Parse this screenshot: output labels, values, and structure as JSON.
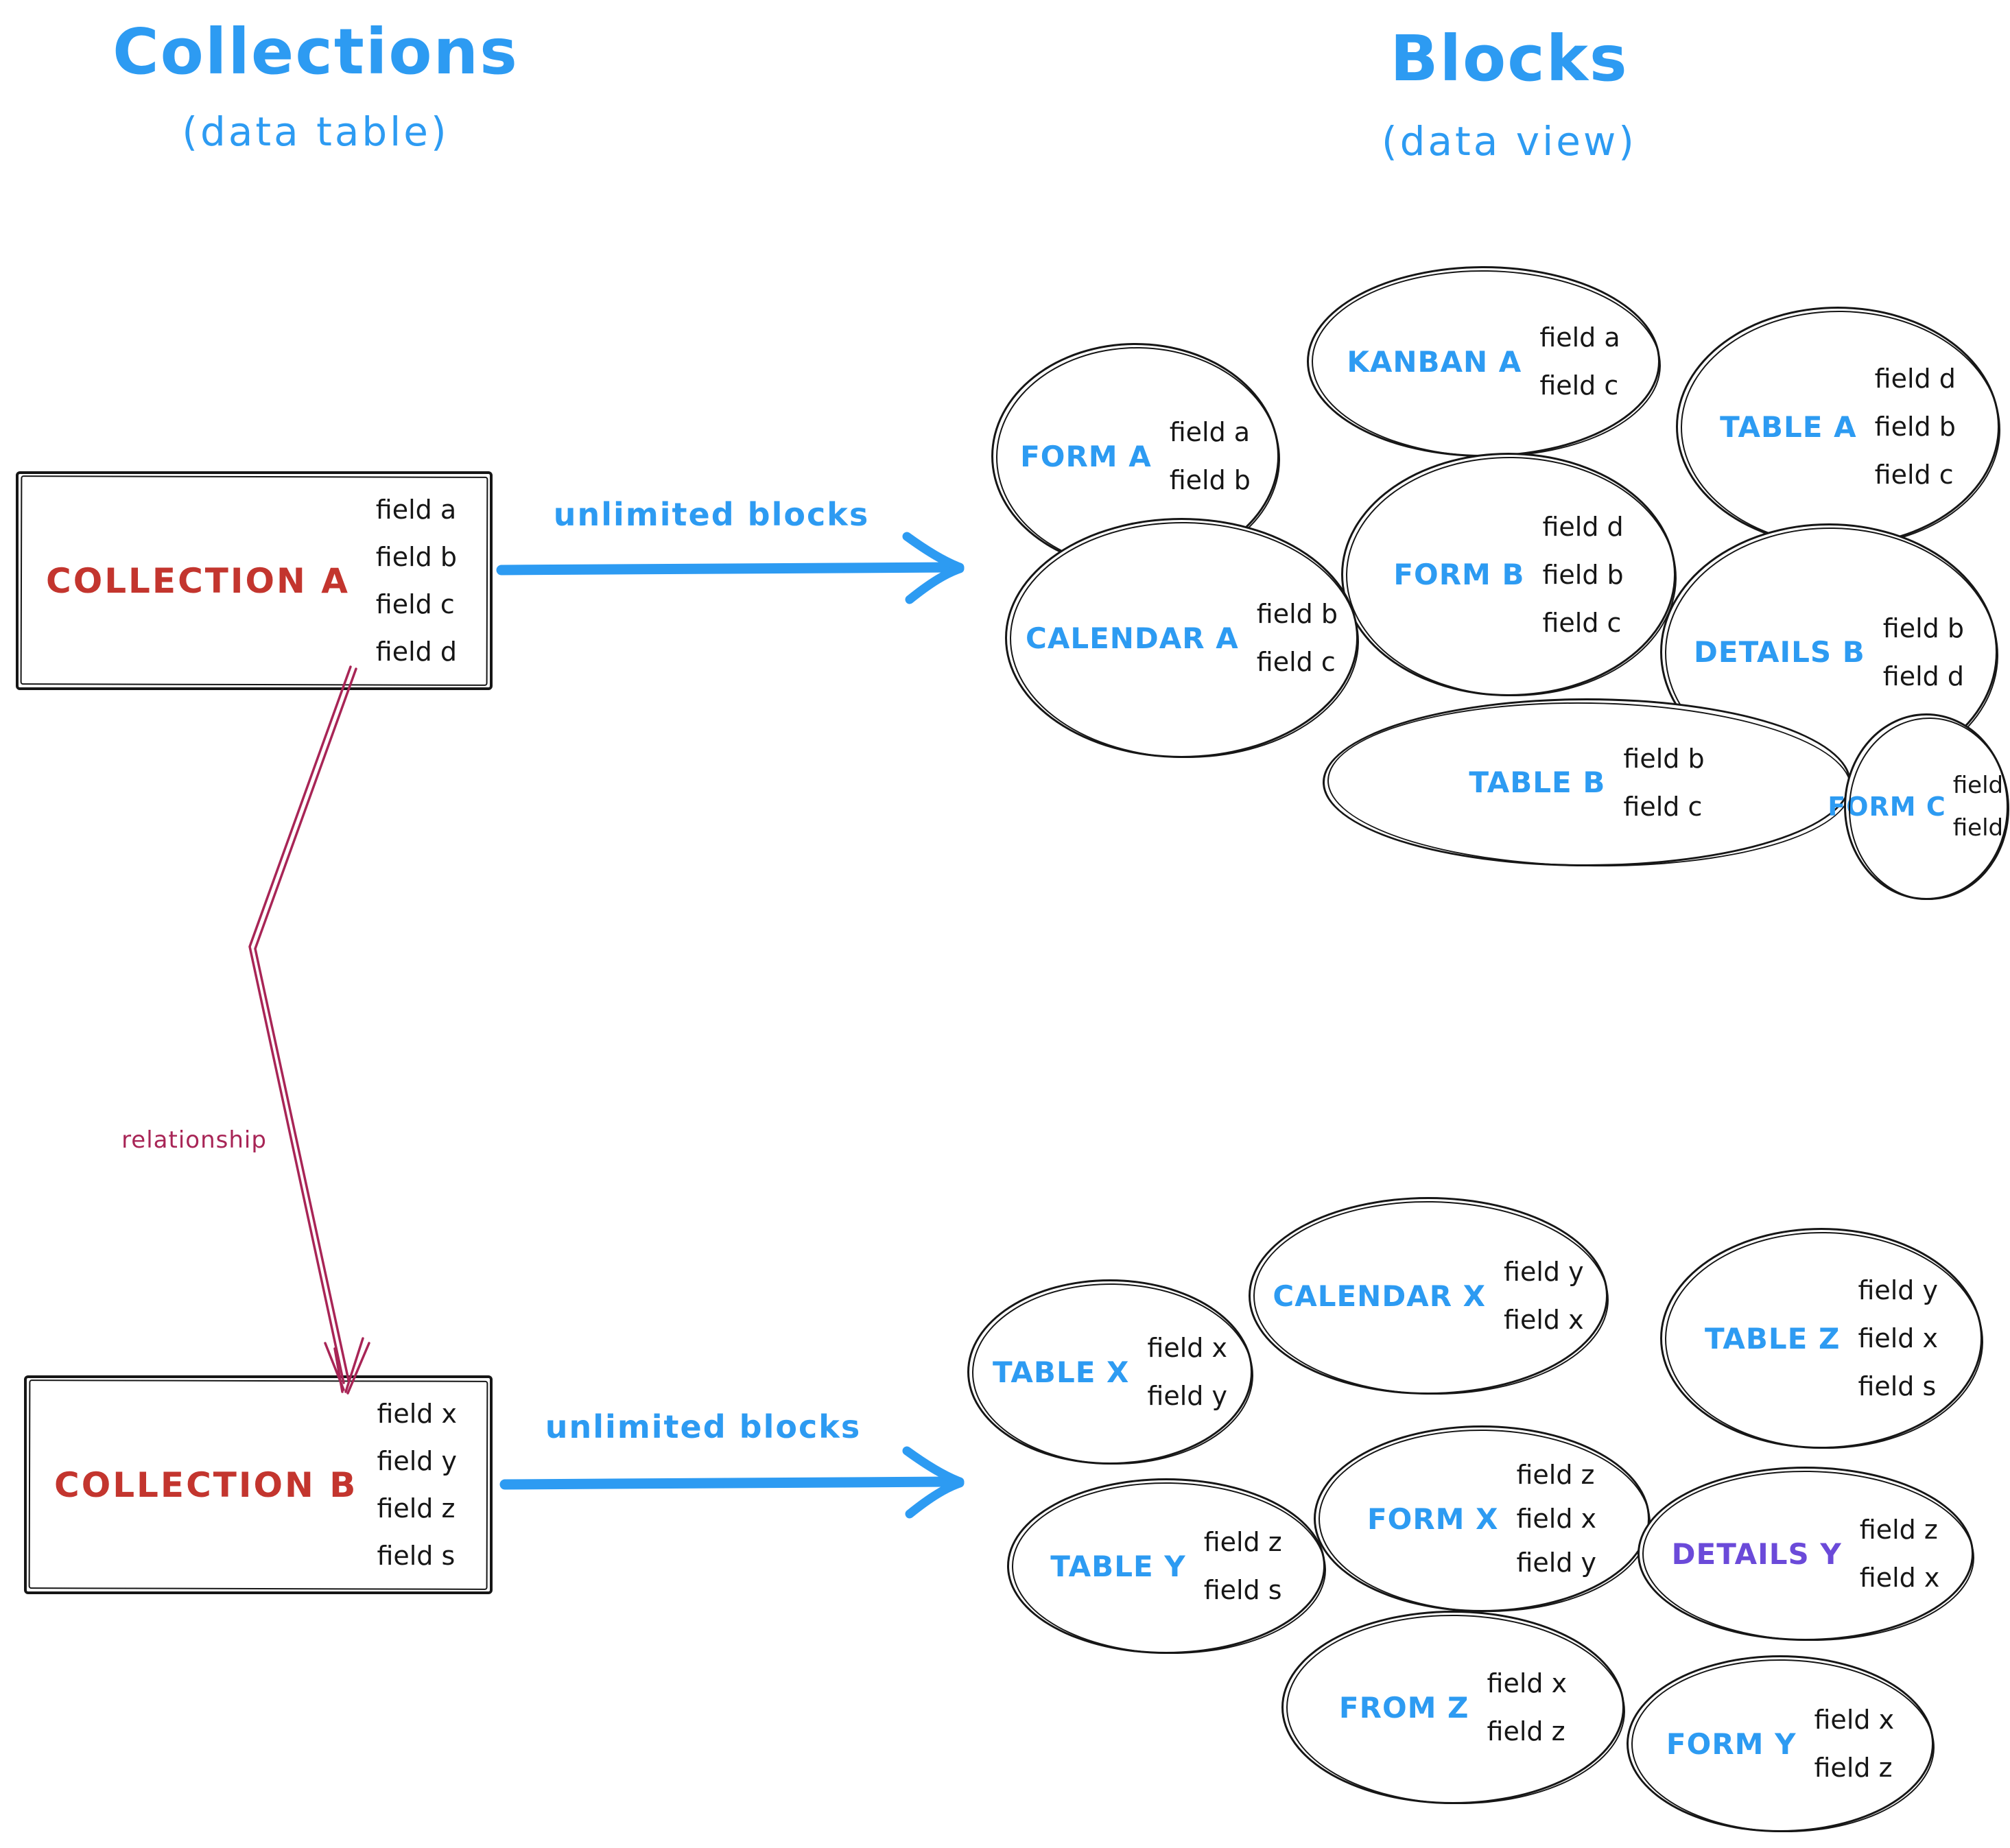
{
  "palette": {
    "blue": "#2d9bf2",
    "red": "#c3352e",
    "crimson": "#a82556",
    "purple": "#6b4ad9",
    "ink": "#161616"
  },
  "headers": {
    "collections_title": "Collections",
    "collections_subtitle": "(data table)",
    "blocks_title": "Blocks",
    "blocks_subtitle": "(data view)"
  },
  "collections": [
    {
      "label": "COLLECTION A",
      "fields": [
        "field a",
        "field b",
        "field c",
        "field d"
      ]
    },
    {
      "label": "COLLECTION B",
      "fields": [
        "field x",
        "field y",
        "field z",
        "field s"
      ]
    }
  ],
  "arrows": {
    "collection_a_label": "unlimited blocks",
    "collection_b_label": "unlimited blocks",
    "relationship_label": "relationship"
  },
  "blocks_a": [
    {
      "name": "FORM A",
      "fields": [
        "field a",
        "field b"
      ]
    },
    {
      "name": "KANBAN A",
      "fields": [
        "field a",
        "field c"
      ]
    },
    {
      "name": "TABLE A",
      "fields": [
        "field d",
        "field b",
        "field c"
      ]
    },
    {
      "name": "FORM B",
      "fields": [
        "field d",
        "field b",
        "field c"
      ]
    },
    {
      "name": "CALENDAR A",
      "fields": [
        "field b",
        "field c"
      ]
    },
    {
      "name": "DETAILS B",
      "fields": [
        "field b",
        "field d"
      ]
    },
    {
      "name": "TABLE B",
      "fields": [
        "field b",
        "field c"
      ]
    },
    {
      "name": "FORM C",
      "fields": [
        "field a",
        "field c"
      ]
    }
  ],
  "blocks_b": [
    {
      "name": "TABLE X",
      "fields": [
        "field x",
        "field y"
      ]
    },
    {
      "name": "CALENDAR X",
      "fields": [
        "field y",
        "field x"
      ]
    },
    {
      "name": "TABLE Z",
      "fields": [
        "field y",
        "field x",
        "field s"
      ]
    },
    {
      "name": "FORM X",
      "fields": [
        "field z",
        "field x",
        "field y"
      ]
    },
    {
      "name": "TABLE Y",
      "fields": [
        "field z",
        "field s"
      ]
    },
    {
      "name": "DETAILS Y",
      "fields": [
        "field z",
        "field x"
      ],
      "label_color": "#6b4ad9"
    },
    {
      "name": "FROM Z",
      "fields": [
        "field x",
        "field z"
      ]
    },
    {
      "name": "FORM Y",
      "fields": [
        "field x",
        "field z"
      ]
    }
  ]
}
